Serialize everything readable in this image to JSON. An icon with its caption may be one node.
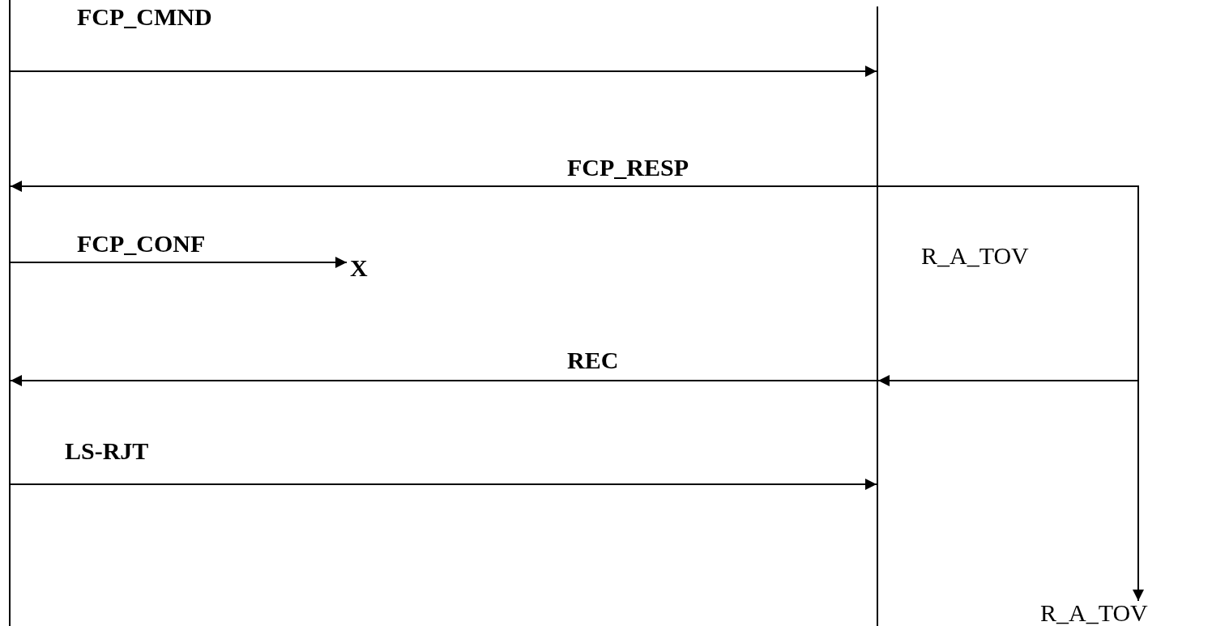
{
  "diagram": {
    "nodes": [
      {
        "text": [],
        "shape": "line"
      },
      {
        "text": [],
        "shape": "line"
      },
      {
        "text": [
          "X"
        ]
      },
      {
        "text": [
          "R_A_TOV"
        ]
      }
    ],
    "edges": [
      {
        "from": 0,
        "to": 1,
        "arrow": "to",
        "label": "FCP_CMND"
      },
      {
        "from": 1,
        "to": 0,
        "arrow": "to",
        "label": "FCP_RESP"
      },
      {
        "from": 1,
        "to": 3,
        "arrow": "to"
      },
      {
        "from": 0,
        "to": 2,
        "arrow": "to",
        "label": "FCP_CONF"
      },
      {
        "from": 1,
        "to": 0,
        "arrow": "to",
        "label": "REC"
      },
      {
        "from": null,
        "to": 1,
        "arrow": "to"
      },
      {
        "from": 0,
        "to": 1,
        "arrow": "to",
        "label": "LS-RJT"
      }
    ],
    "labels": [
      "R_A_TOV"
    ]
  }
}
